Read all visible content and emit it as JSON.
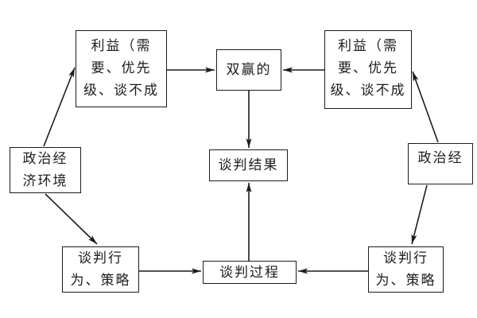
{
  "diagram": {
    "background_color": "#ffffff",
    "line_color": "#1c1c1c",
    "nodes": {
      "interests_left": {
        "lines": [
          "利益（需",
          "要、优先",
          "级、谈不成"
        ]
      },
      "win_win": {
        "lines": [
          "双赢的"
        ]
      },
      "interests_right": {
        "lines": [
          "利益（需",
          "要、优先",
          "级、谈不成"
        ]
      },
      "env_left": {
        "lines": [
          "政治经",
          "济环境"
        ]
      },
      "env_right": {
        "lines": [
          "政治经"
        ]
      },
      "result": {
        "lines": [
          "谈判结果"
        ]
      },
      "behavior_left": {
        "lines": [
          "谈判行",
          "为、策略"
        ]
      },
      "process": {
        "lines": [
          "谈判过程"
        ]
      },
      "behavior_right": {
        "lines": [
          "谈判行",
          "为、策略"
        ]
      }
    },
    "edges": [
      {
        "from": "env_left",
        "to": "interests_left"
      },
      {
        "from": "env_left",
        "to": "behavior_left"
      },
      {
        "from": "interests_left",
        "to": "win_win"
      },
      {
        "from": "interests_right",
        "to": "win_win"
      },
      {
        "from": "env_right",
        "to": "interests_right"
      },
      {
        "from": "env_right",
        "to": "behavior_right"
      },
      {
        "from": "behavior_left",
        "to": "process"
      },
      {
        "from": "behavior_right",
        "to": "process"
      },
      {
        "from": "win_win",
        "to": "result"
      },
      {
        "from": "process",
        "to": "result"
      }
    ]
  }
}
